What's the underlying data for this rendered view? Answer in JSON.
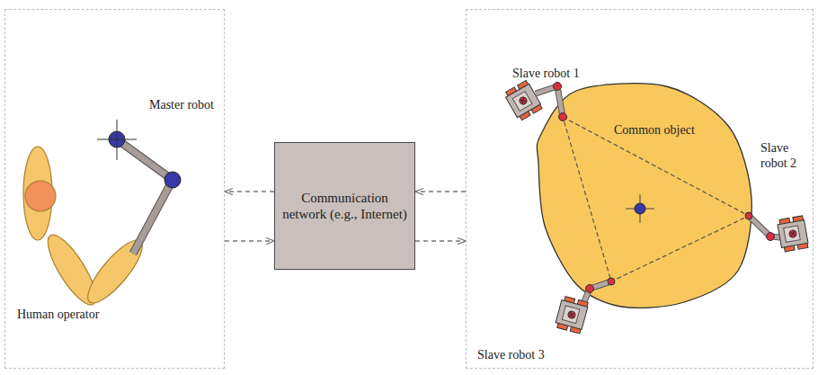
{
  "diagram": {
    "nodes": [
      {
        "text": [
          "Master robot",
          "Human operator"
        ]
      },
      {
        "text": [
          "Communication network (e.g., Internet)"
        ]
      },
      {
        "text": [
          "Slave robot 1",
          "Slave robot 2",
          "Slave robot 3"
        ]
      },
      {
        "text": [
          "Common object"
        ],
        "in": 2
      }
    ],
    "edges": [
      {
        "from": 1,
        "to": 0,
        "arrow": "to"
      },
      {
        "from": 0,
        "to": 1,
        "arrow": "to"
      },
      {
        "from": 2,
        "to": 1,
        "arrow": "to"
      },
      {
        "from": 1,
        "to": 2,
        "arrow": "to"
      }
    ]
  }
}
